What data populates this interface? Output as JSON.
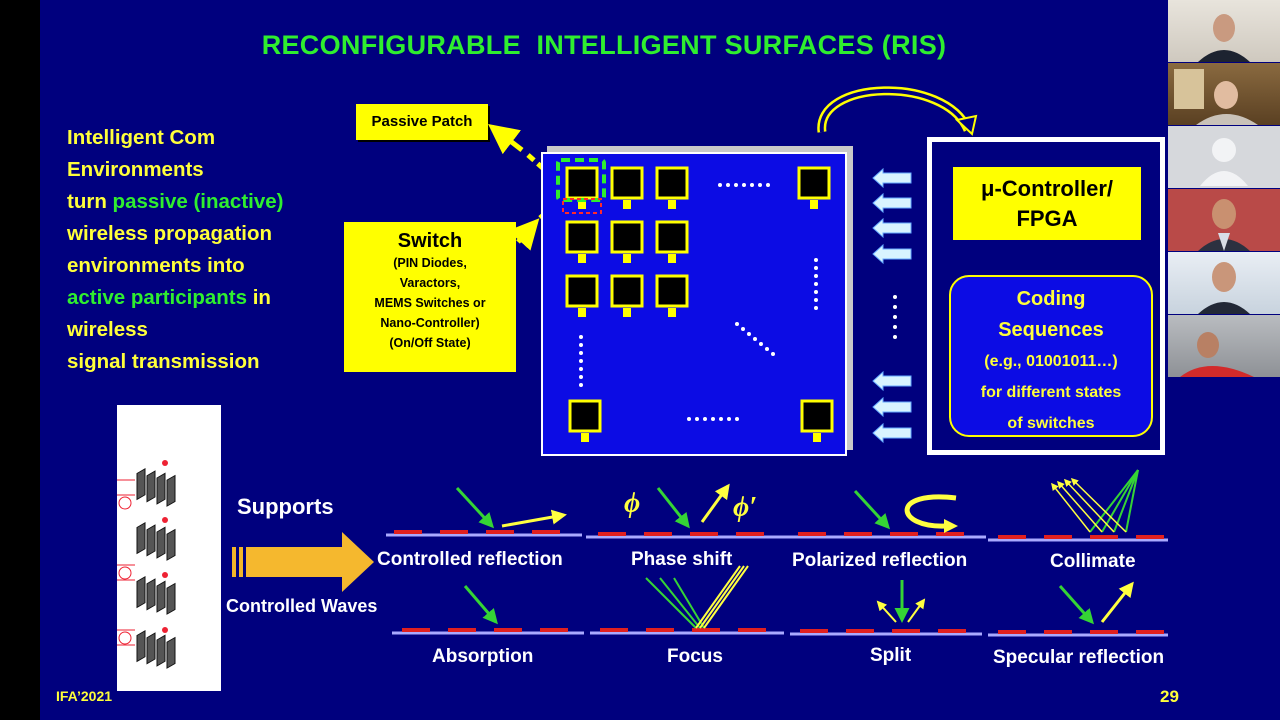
{
  "slide": {
    "title": "RECONFIGURABLE  INTELLIGENT SURFACES (RIS)",
    "intro": [
      {
        "parts": [
          {
            "text": "Intelligent Com",
            "green": false
          }
        ]
      },
      {
        "parts": [
          {
            "text": "Environments",
            "green": false
          }
        ]
      },
      {
        "parts": [
          {
            "text": "turn ",
            "green": false
          },
          {
            "text": "passive (inactive)",
            "green": true
          }
        ]
      },
      {
        "parts": [
          {
            "text": "wireless propagation",
            "green": false
          }
        ]
      },
      {
        "parts": [
          {
            "text": "environments into",
            "green": false
          }
        ]
      },
      {
        "parts": [
          {
            "text": "active participants",
            "green": true
          },
          {
            "text": " in",
            "green": false
          }
        ]
      },
      {
        "parts": [
          {
            "text": "wireless",
            "green": false
          }
        ]
      },
      {
        "parts": [
          {
            "text": "signal transmission",
            "green": false
          }
        ]
      }
    ],
    "passive_patch_label": "Passive Patch",
    "switch_box": {
      "title": "Switch",
      "lines": [
        "(PIN Diodes,",
        "Varactors,",
        "MEMS Switches or",
        "Nano-Controller)",
        "(On/Off State)"
      ]
    },
    "controller_label": [
      "μ-Controller/",
      "FPGA"
    ],
    "coding_box": {
      "title": [
        "Coding",
        "Sequences"
      ],
      "lines": [
        "(e.g., 01001011…)",
        "for different states",
        "of switches"
      ]
    },
    "supports_label": "Supports",
    "controlled_waves_label": "Controlled Waves",
    "functions": {
      "controlled_reflection": "Controlled reflection",
      "phase_shift": "Phase shift",
      "polarized_reflection": "Polarized reflection",
      "collimate": "Collimate",
      "absorption": "Absorption",
      "focus": "Focus",
      "split": "Split",
      "specular_reflection": "Specular reflection"
    },
    "phi": "ϕ",
    "phi_prime": "ϕ′",
    "footer_left": "IFA’2021",
    "page_number": "29"
  },
  "colors": {
    "background": "#00007e",
    "title_green": "#2fee2f",
    "text_yellow": "#ffff3a",
    "box_yellow": "#ffff00",
    "board_blue": "#0c0ce4"
  }
}
